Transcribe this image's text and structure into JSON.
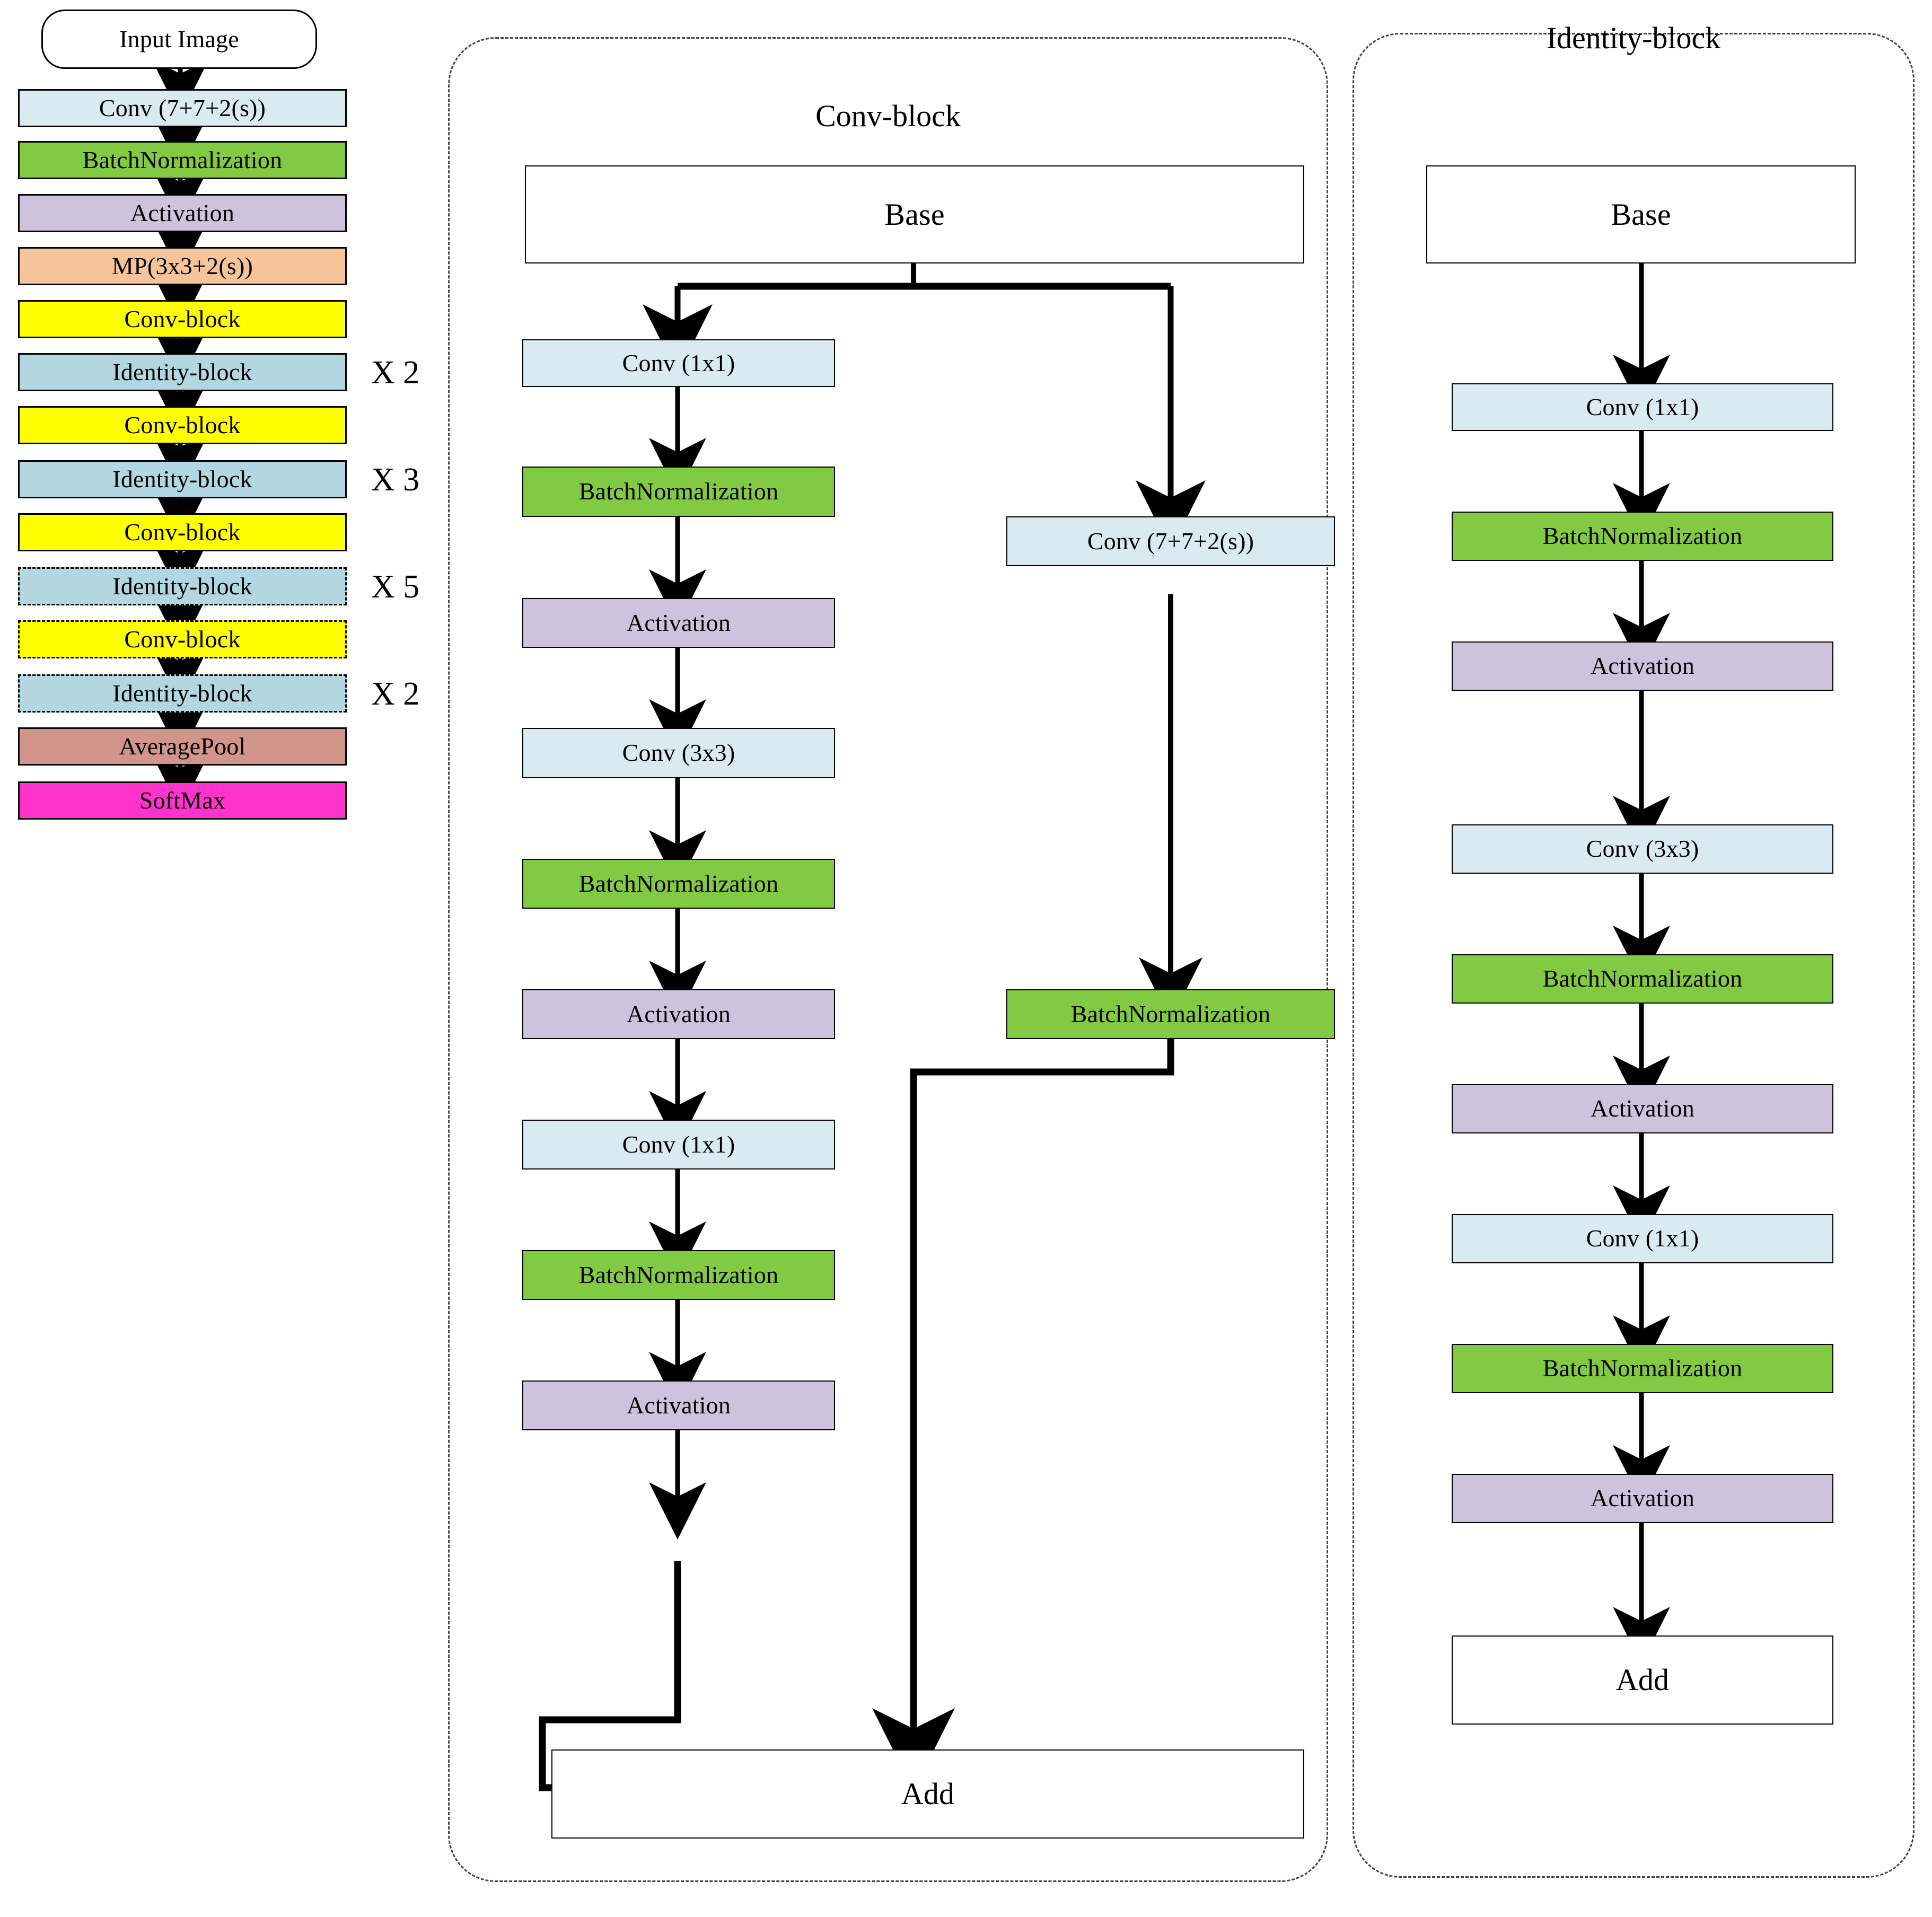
{
  "diagram": {
    "title_hidden": "ResNet architecture diagram",
    "colors": {
      "conv": "#daeaf1",
      "batchnorm": "#82ca42",
      "activation": "#cdc3dd",
      "maxpool": "#f7c49a",
      "conv_block": "#ffff00",
      "identity_block": "#b3d7e0",
      "average_pool": "#d2958c",
      "softmax": "#ff33cc",
      "plain": "#ffffff",
      "stroke": "#000000"
    }
  },
  "main_pipeline": {
    "nodes": [
      {
        "id": "input",
        "label": "Input Image",
        "fill": "plain",
        "shape": "rounded"
      },
      {
        "id": "conv1",
        "label": "Conv (7+7+2(s))",
        "fill": "conv",
        "shape": "rect"
      },
      {
        "id": "bn1",
        "label": "BatchNormalization",
        "fill": "batchnorm",
        "shape": "rect"
      },
      {
        "id": "act1",
        "label": "Activation",
        "fill": "activation",
        "shape": "rect"
      },
      {
        "id": "mp1",
        "label": "MP(3x3+2(s))",
        "fill": "maxpool",
        "shape": "rect"
      },
      {
        "id": "cb1",
        "label": "Conv-block",
        "fill": "conv_block",
        "shape": "rect"
      },
      {
        "id": "ib1",
        "label": "Identity-block",
        "fill": "identity_block",
        "shape": "rect"
      },
      {
        "id": "cb2",
        "label": "Conv-block",
        "fill": "conv_block",
        "shape": "rect"
      },
      {
        "id": "ib2",
        "label": "Identity-block",
        "fill": "identity_block",
        "shape": "rect"
      },
      {
        "id": "cb3",
        "label": "Conv-block",
        "fill": "conv_block",
        "shape": "rect"
      },
      {
        "id": "ib3",
        "label": "Identity-block",
        "fill": "identity_block",
        "shape": "rect_dashed"
      },
      {
        "id": "cb4",
        "label": "Conv-block",
        "fill": "conv_block",
        "shape": "rect_dashed"
      },
      {
        "id": "ib4",
        "label": "Identity-block",
        "fill": "identity_block",
        "shape": "rect_dashed"
      },
      {
        "id": "avgpool",
        "label": "AveragePool",
        "fill": "average_pool",
        "shape": "rect"
      },
      {
        "id": "softmax",
        "label": "SoftMax",
        "fill": "softmax",
        "shape": "rect"
      }
    ],
    "repeat_labels": [
      {
        "for": "ib1",
        "text": "X 2"
      },
      {
        "for": "ib2",
        "text": "X 3"
      },
      {
        "for": "ib3",
        "text": "X 5"
      },
      {
        "for": "ib4",
        "text": "X 2"
      }
    ]
  },
  "conv_block_panel": {
    "title": "Conv-block",
    "base": {
      "label": "Base",
      "fill": "plain"
    },
    "main_branch": [
      {
        "label": "Conv (1x1)",
        "fill": "conv"
      },
      {
        "label": "BatchNormalization",
        "fill": "batchnorm"
      },
      {
        "label": "Activation",
        "fill": "activation"
      },
      {
        "label": "Conv (3x3)",
        "fill": "conv"
      },
      {
        "label": "BatchNormalization",
        "fill": "batchnorm"
      },
      {
        "label": "Activation",
        "fill": "activation"
      },
      {
        "label": "Conv (1x1)",
        "fill": "conv"
      },
      {
        "label": "BatchNormalization",
        "fill": "batchnorm"
      },
      {
        "label": "Activation",
        "fill": "activation"
      }
    ],
    "shortcut_branch": [
      {
        "label": "Conv (7+7+2(s))",
        "fill": "conv"
      },
      {
        "label": "BatchNormalization",
        "fill": "batchnorm"
      }
    ],
    "merge": {
      "label": "Add",
      "fill": "plain"
    }
  },
  "identity_block_panel": {
    "title": "Identity-block",
    "base": {
      "label": "Base",
      "fill": "plain"
    },
    "main_branch": [
      {
        "label": "Conv (1x1)",
        "fill": "conv"
      },
      {
        "label": "BatchNormalization",
        "fill": "batchnorm"
      },
      {
        "label": "Activation",
        "fill": "activation"
      },
      {
        "label": "Conv (3x3)",
        "fill": "conv"
      },
      {
        "label": "BatchNormalization",
        "fill": "batchnorm"
      },
      {
        "label": "Activation",
        "fill": "activation"
      },
      {
        "label": "Conv (1x1)",
        "fill": "conv"
      },
      {
        "label": "BatchNormalization",
        "fill": "batchnorm"
      },
      {
        "label": "Activation",
        "fill": "activation"
      }
    ],
    "merge": {
      "label": "Add",
      "fill": "plain"
    }
  }
}
